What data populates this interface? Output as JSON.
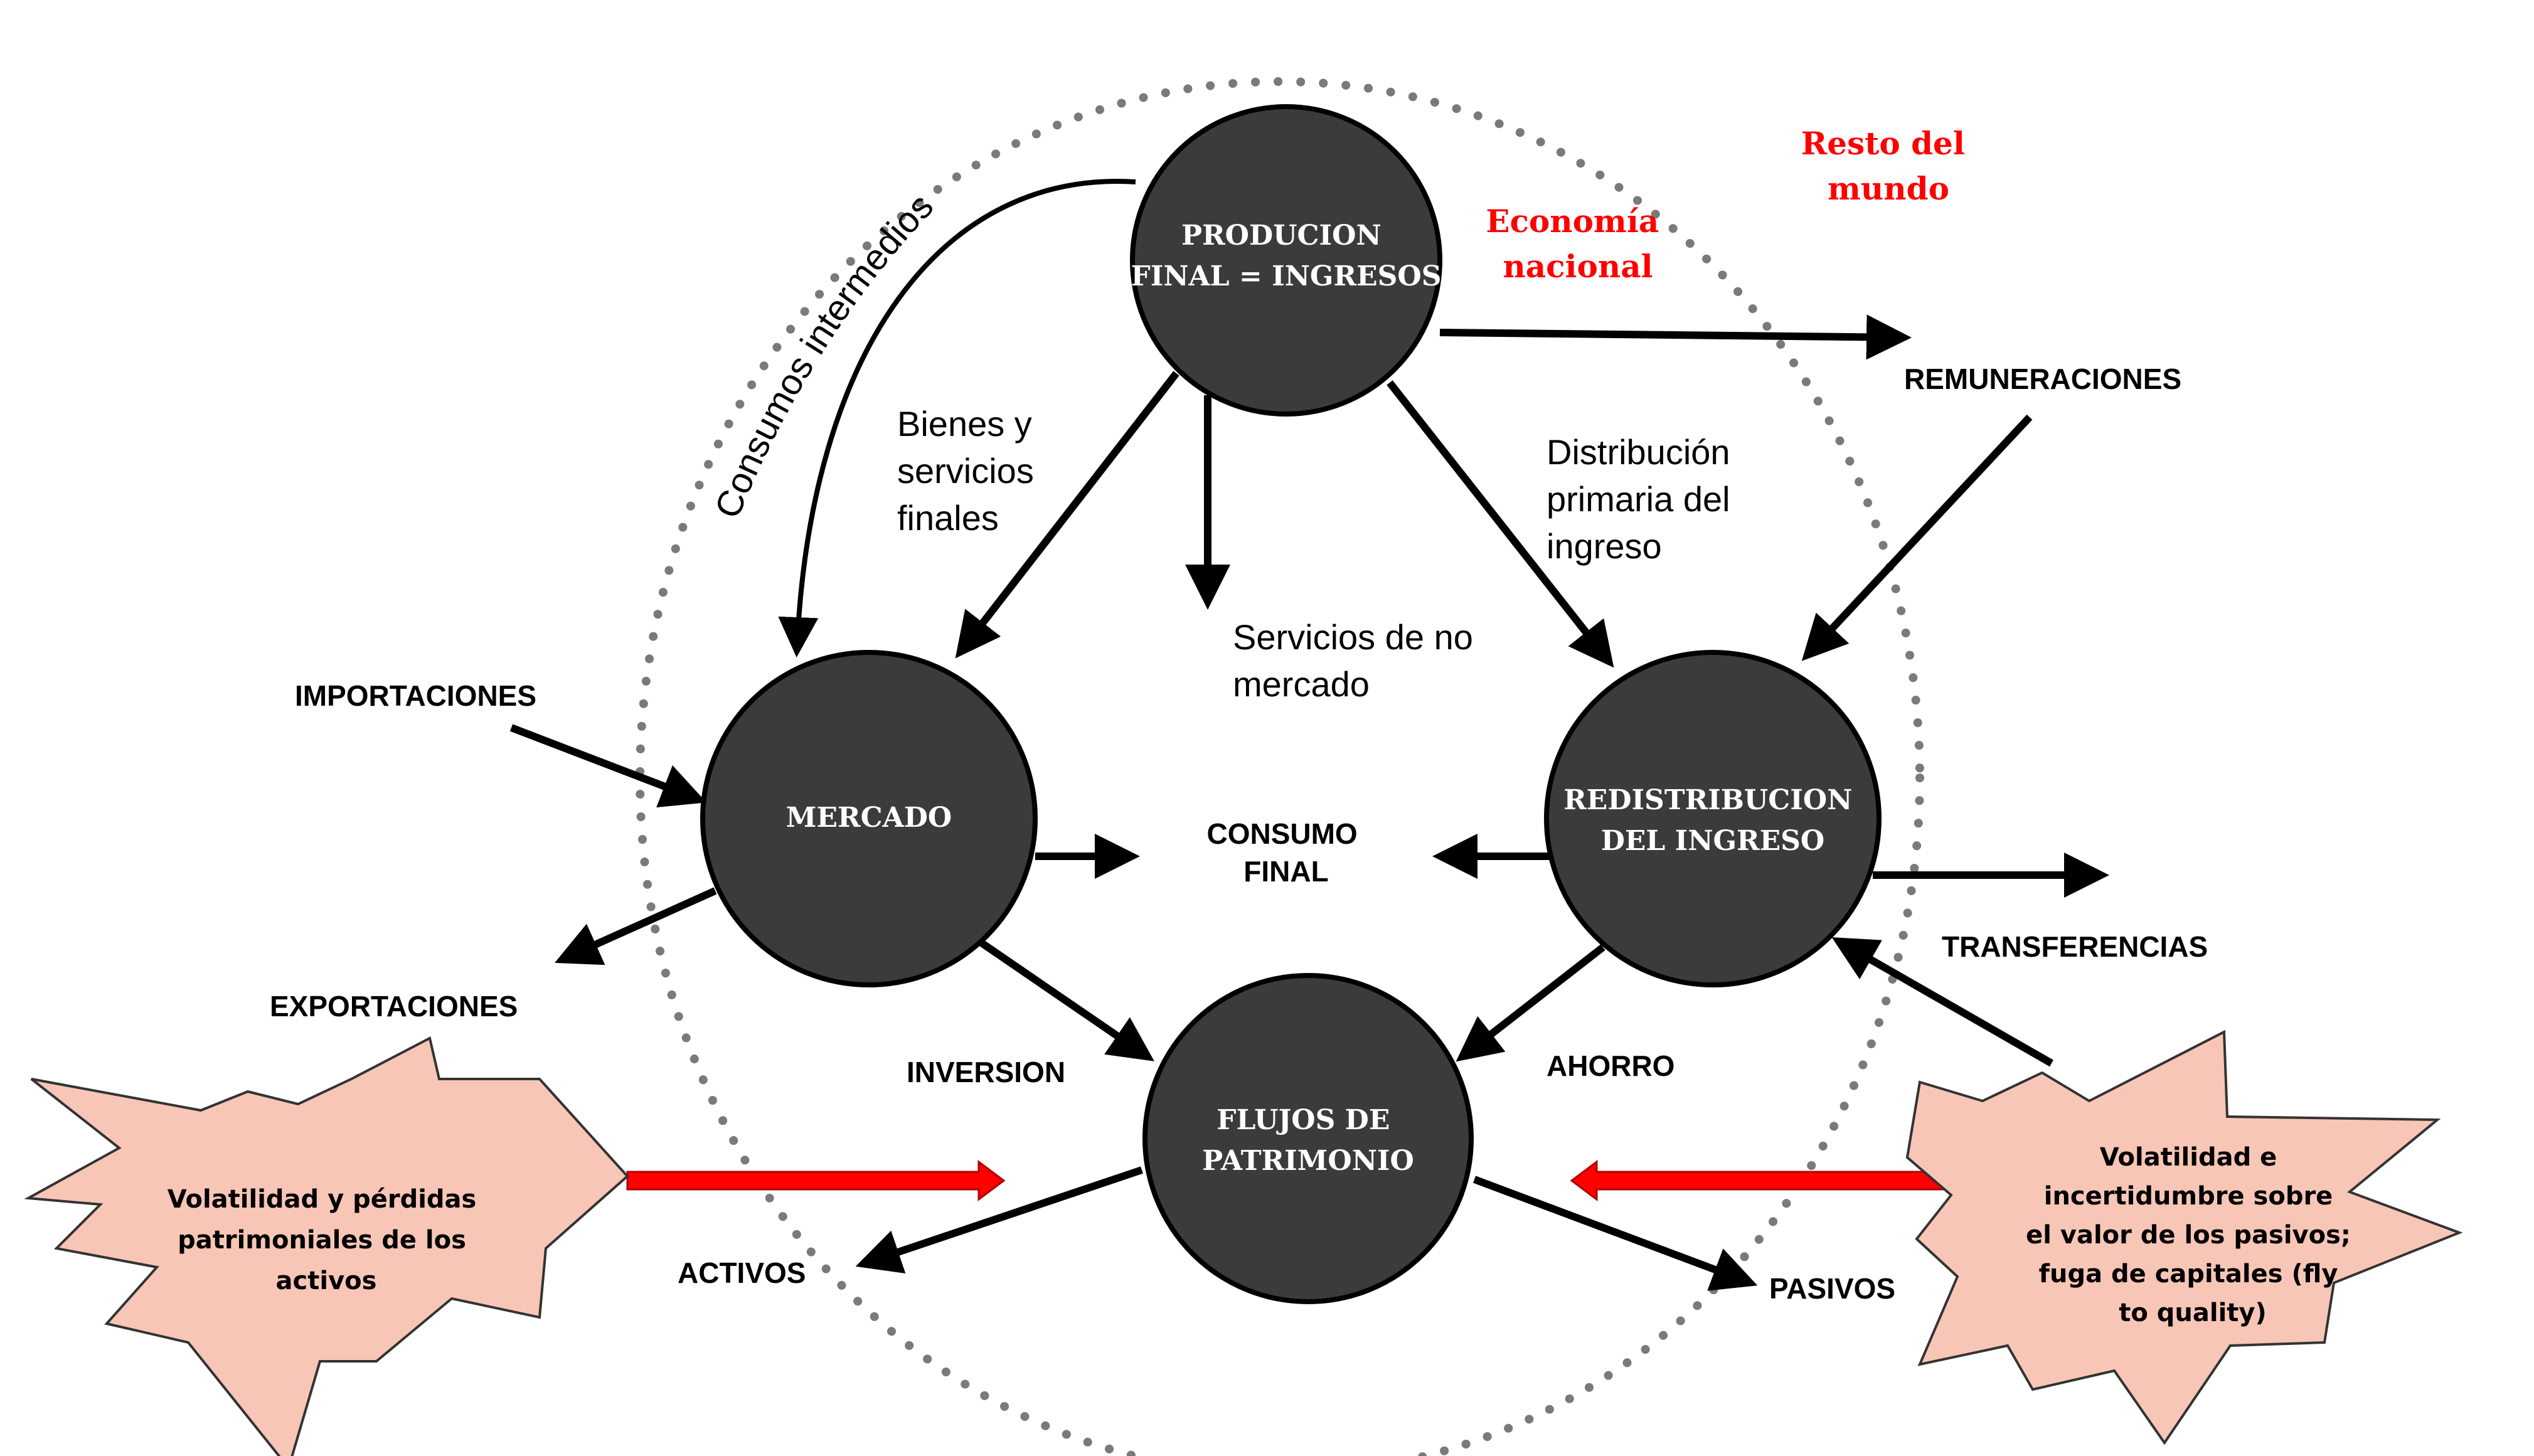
{
  "colors": {
    "node_fill": "#3b3b3b",
    "node_stroke": "#000000",
    "arrow": "#000000",
    "red_arrow": "#ff0000",
    "region_text": "#ff0000",
    "star_fill": "#f8c6b6",
    "boundary_dots": "#777777"
  },
  "nodes": {
    "produccion": [
      "PRODUCION",
      "FINAL = INGRESOS"
    ],
    "mercado": [
      "MERCADO"
    ],
    "redistribucion": [
      "REDISTRIBUCION",
      "DEL INGRESO"
    ],
    "flujos": [
      "FLUJOS DE",
      "PATRIMONIO"
    ]
  },
  "flows": {
    "consumos_intermedios": "Consumos intermedios",
    "bienes_servicios": [
      "Bienes y",
      "servicios",
      "finales"
    ],
    "servicios_no_mercado": [
      "Servicios de no",
      "mercado"
    ],
    "distribucion_primaria": [
      "Distribución",
      "primaria del",
      " ingreso"
    ],
    "consumo_final": [
      "CONSUMO",
      "FINAL"
    ],
    "inversion": "INVERSION",
    "ahorro": "AHORRO"
  },
  "external": {
    "importaciones": "IMPORTACIONES",
    "exportaciones": "EXPORTACIONES",
    "remuneraciones": "REMUNERACIONES",
    "transferencias": "TRANSFERENCIAS",
    "activos": "ACTIVOS",
    "pasivos": "PASIVOS"
  },
  "regions": {
    "economia_nacional": [
      "Economía",
      "nacional"
    ],
    "resto_mundo": [
      "Resto del",
      "mundo"
    ]
  },
  "callouts": {
    "left": [
      "Volatilidad y pérdidas",
      "patrimoniales de los",
      "activos"
    ],
    "right": [
      "Volatilidad e",
      "incertidumbre sobre",
      "el valor de los pasivos;",
      "fuga de capitales (fly",
      "to quality)"
    ]
  }
}
